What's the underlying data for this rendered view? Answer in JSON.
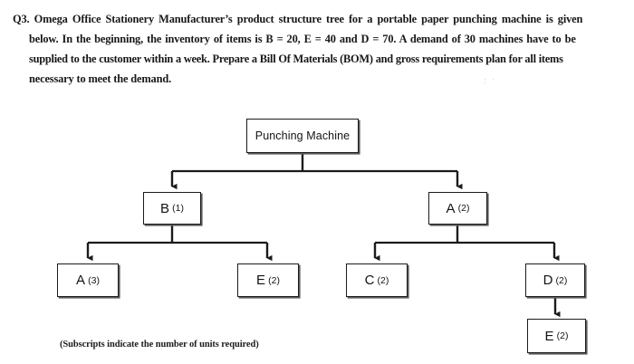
{
  "question": {
    "number": "Q3.",
    "lines": [
      "Q3. Omega Office Stationery Manufacturer’s product structure tree for a portable paper punching machine is given",
      "below.  In the beginning, the inventory of items is B = 20, E = 40 and D = 70. A demand of 30 machines have to be",
      "supplied to the customer within a week. Prepare a Bill Of Materials (BOM) and gross requirements plan for all items",
      "necessary to meet the demand."
    ],
    "inventory": {
      "B": 20,
      "E": 40,
      "D": 70
    },
    "demand": 30,
    "lead_time": "within a week"
  },
  "diagram": {
    "caption": "(Subscripts indicate the number of units required)",
    "root": {
      "id": "punching-machine",
      "label": "Punching Machine",
      "qty": ""
    },
    "level1": [
      {
        "id": "node-b",
        "label": "B",
        "qty": "(1)"
      },
      {
        "id": "node-a",
        "label": "A",
        "qty": "(2)"
      }
    ],
    "level2_left": [
      {
        "id": "node-a3",
        "label": "A",
        "qty": "(3)"
      },
      {
        "id": "node-e2-left",
        "label": "E",
        "qty": "(2)"
      }
    ],
    "level2_right": [
      {
        "id": "node-c2",
        "label": "C",
        "qty": "(2)"
      },
      {
        "id": "node-d2",
        "label": "D",
        "qty": "(2)"
      }
    ],
    "level3": [
      {
        "id": "node-e2-bottom",
        "label": "E",
        "qty": "(2)"
      }
    ],
    "colors": {
      "box_border": "#1b1b1b",
      "box_shadow": "#5c5c5c",
      "connector": "#1b1b1b",
      "background": "#ffffff",
      "text": "#141414"
    }
  },
  "artifact": {
    "marks": "· · ·"
  }
}
